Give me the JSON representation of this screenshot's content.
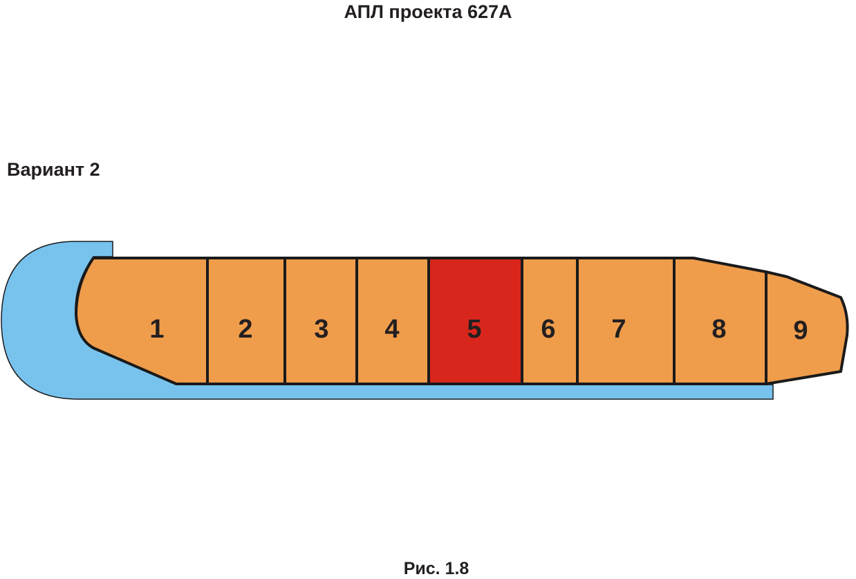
{
  "title": "АПЛ проекта 627А",
  "variant": "Вариант 2",
  "caption": "Рис. 1.8",
  "colors": {
    "water": "#78c3ee",
    "compartment": "#ef9c4b",
    "highlight": "#d9261c",
    "outline": "#1a1a1a"
  },
  "compartments": [
    {
      "label": "1",
      "highlighted": false
    },
    {
      "label": "2",
      "highlighted": false
    },
    {
      "label": "3",
      "highlighted": false
    },
    {
      "label": "4",
      "highlighted": false
    },
    {
      "label": "5",
      "highlighted": true
    },
    {
      "label": "6",
      "highlighted": false
    },
    {
      "label": "7",
      "highlighted": false
    },
    {
      "label": "8",
      "highlighted": false
    },
    {
      "label": "9",
      "highlighted": false
    }
  ]
}
